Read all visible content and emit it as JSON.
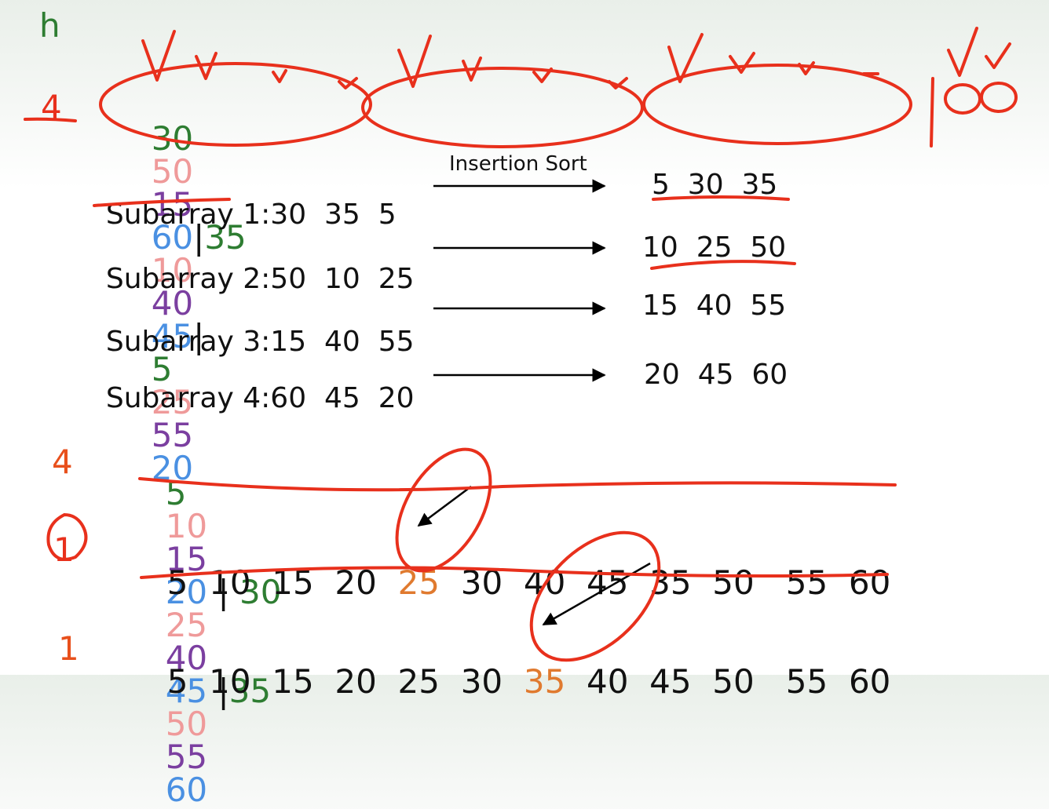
{
  "colors": {
    "green": "#2e7d32",
    "pink": "#ef9a9a",
    "purple": "#7b3fa0",
    "blue": "#4a90e2",
    "orange": "#e07a2f",
    "red_label": "#e8501c",
    "black": "#111111",
    "ink": "#e8301c"
  },
  "gap_label": "h",
  "row1": {
    "h": "4",
    "a": [
      "30",
      "50",
      "15",
      "60"
    ],
    "b": [
      "35",
      "10",
      "40",
      "45"
    ],
    "c": [
      "5",
      "25",
      "55",
      "20"
    ],
    "sep": "|",
    "annotation": "100"
  },
  "arrow_caption": "Insertion Sort",
  "subarrays": [
    {
      "label": "Subarray 1",
      "colon": ":",
      "input": "30  35  5",
      "output": "5  30  35"
    },
    {
      "label": "Subarray 2",
      "colon": ":",
      "input": "50  10  25",
      "output": "10  25  50"
    },
    {
      "label": "Subarray 3",
      "colon": ":",
      "input": "15  40  55",
      "output": "15  40  55"
    },
    {
      "label": "Subarray 4",
      "colon": ":",
      "input": "60  45  20",
      "output": "20  45  60"
    }
  ],
  "row2": {
    "h": "4",
    "g1": [
      "5",
      "10",
      "15",
      "20"
    ],
    "g2": [
      "30",
      "25",
      "40",
      "45"
    ],
    "g3": [
      "35",
      "50",
      "55",
      "60"
    ],
    "sep": "|"
  },
  "row3": {
    "h": "1",
    "pre": "5  10  15  20",
    "hl": "25",
    "post": "30  40  45  35  50   55  60"
  },
  "row4": {
    "h": "1",
    "pre": "5  10  15  20  25  30",
    "hl": "35",
    "post": "40  45  50   55  60"
  }
}
